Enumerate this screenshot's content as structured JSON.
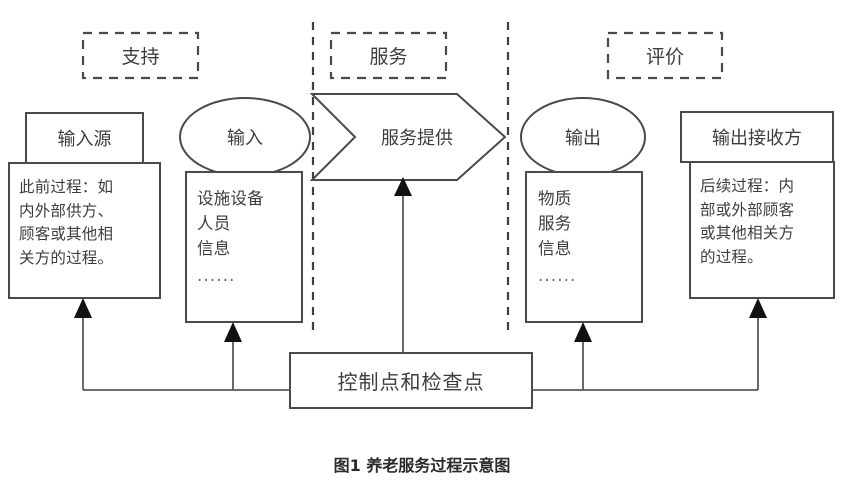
{
  "figure": {
    "caption": "图1  养老服务过程示意图",
    "colors": {
      "stroke": "#4a4a4a",
      "text": "#3d3d3d",
      "arrow": "#111111",
      "background": "#ffffff"
    }
  },
  "phase_labels": [
    {
      "id": "support",
      "text": "支持"
    },
    {
      "id": "service",
      "text": "服务"
    },
    {
      "id": "evaluation",
      "text": "评价"
    }
  ],
  "nodes": {
    "input_source": {
      "header": "输入源",
      "body_lines": [
        "此前过程：如",
        "内外部供方、",
        "顾客或其他相",
        "关方的过程。"
      ]
    },
    "input": {
      "header": "输入",
      "body_lines": [
        "设施设备",
        "人员",
        "信息"
      ],
      "ellipsis": "······"
    },
    "service_provision": {
      "header": "服务提供"
    },
    "output": {
      "header": "输出",
      "body_lines": [
        "物质",
        "服务",
        "信息"
      ],
      "ellipsis": "······"
    },
    "output_receiver": {
      "header": "输出接收方",
      "body_lines": [
        "后续过程：内",
        "部或外部顾客",
        "或其他相关方",
        "的过程。"
      ]
    },
    "control": {
      "label": "控制点和检查点"
    }
  }
}
